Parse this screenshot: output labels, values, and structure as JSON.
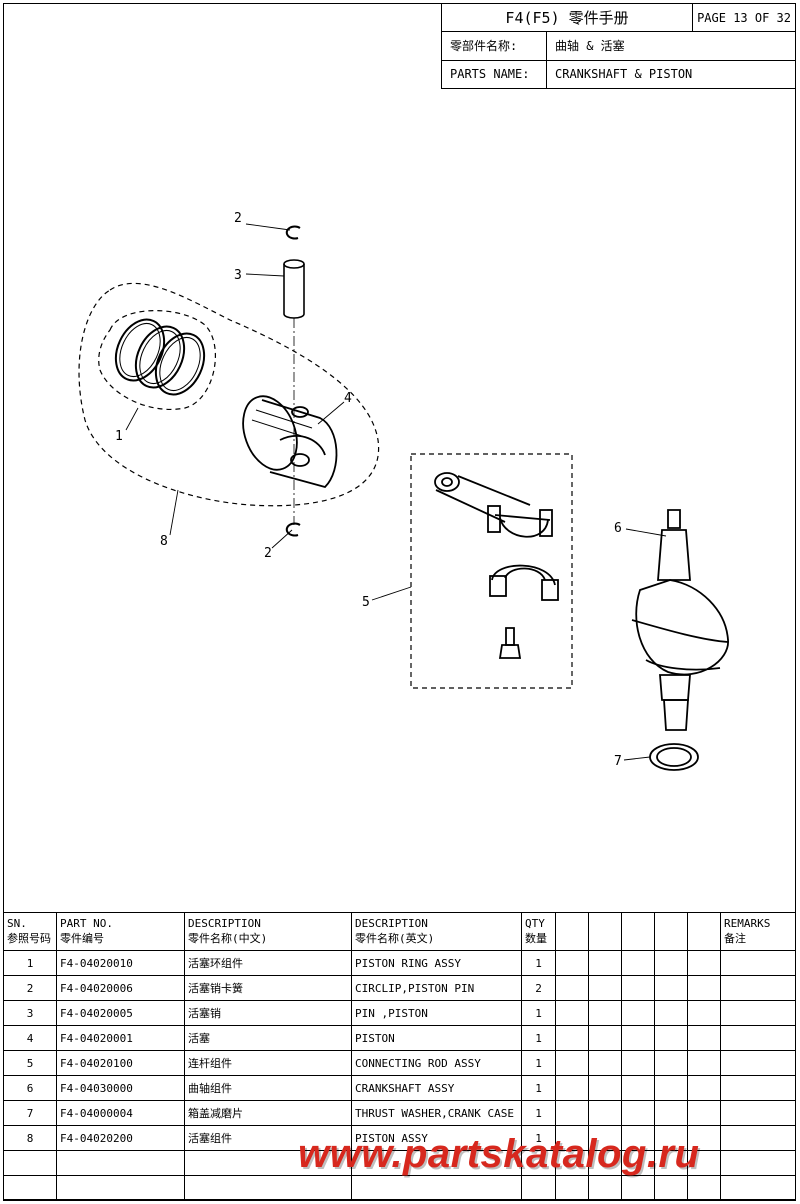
{
  "header": {
    "model": "F4(F5) 零件手册",
    "page": "PAGE 13 OF 32",
    "cn_name_label": "零部件名称:",
    "cn_name_value": "曲轴 & 活塞",
    "en_name_label": "PARTS NAME:",
    "en_name_value": "CRANKSHAFT & PISTON"
  },
  "callouts": {
    "c1": "1",
    "c2a": "2",
    "c2b": "2",
    "c3": "3",
    "c4": "4",
    "c5": "5",
    "c6": "6",
    "c7": "7",
    "c8": "8"
  },
  "table": {
    "headers": {
      "sn": [
        "SN.",
        "参照号码"
      ],
      "part_no": [
        "PART NO.",
        "零件编号"
      ],
      "desc_cn": [
        "DESCRIPTION",
        "零件名称(中文)"
      ],
      "desc_en": [
        "DESCRIPTION",
        "零件名称(英文)"
      ],
      "qty": [
        "QTY",
        "数量"
      ],
      "remarks": [
        "REMARKS",
        "备注"
      ]
    },
    "rows": [
      {
        "sn": "1",
        "part_no": "F4-04020010",
        "desc_cn": "活塞环组件",
        "desc_en": "PISTON RING ASSY",
        "qty": "1"
      },
      {
        "sn": "2",
        "part_no": "F4-04020006",
        "desc_cn": "活塞销卡簧",
        "desc_en": "CIRCLIP,PISTON PIN",
        "qty": "2"
      },
      {
        "sn": "3",
        "part_no": "F4-04020005",
        "desc_cn": "活塞销",
        "desc_en": "PIN ,PISTON",
        "qty": "1"
      },
      {
        "sn": "4",
        "part_no": "F4-04020001",
        "desc_cn": "活塞",
        "desc_en": "PISTON",
        "qty": "1"
      },
      {
        "sn": "5",
        "part_no": "F4-04020100",
        "desc_cn": "连杆组件",
        "desc_en": "CONNECTING ROD ASSY",
        "qty": "1"
      },
      {
        "sn": "6",
        "part_no": "F4-04030000",
        "desc_cn": "曲轴组件",
        "desc_en": "CRANKSHAFT ASSY",
        "qty": "1"
      },
      {
        "sn": "7",
        "part_no": "F4-04000004",
        "desc_cn": "箱盖减磨片",
        "desc_en": "THRUST WASHER,CRANK CASE",
        "qty": "1"
      },
      {
        "sn": "8",
        "part_no": "F4-04020200",
        "desc_cn": "活塞组件",
        "desc_en": "PISTON ASSY",
        "qty": "1"
      }
    ]
  },
  "watermark": "www.partskatalog.ru"
}
